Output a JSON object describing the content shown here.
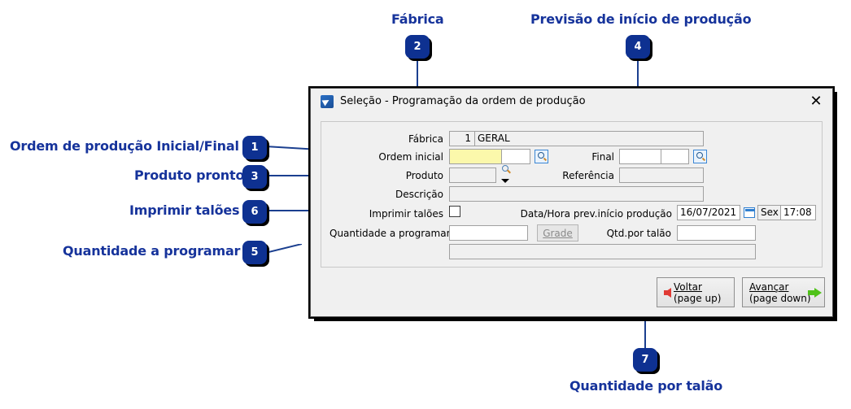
{
  "annotations": {
    "items": [
      {
        "num": "1",
        "label": "Ordem de produção Inicial/Final"
      },
      {
        "num": "2",
        "label": "Fábrica"
      },
      {
        "num": "3",
        "label": "Produto pronto"
      },
      {
        "num": "4",
        "label": "Previsão de início de produção"
      },
      {
        "num": "5",
        "label": "Quantidade a programar"
      },
      {
        "num": "6",
        "label": "Imprimir talões"
      },
      {
        "num": "7",
        "label": "Quantidade por talão"
      }
    ],
    "accent_color": "#16339b",
    "badge_color": "#0e3191",
    "leader_color": "#1b3f8f"
  },
  "dialog": {
    "title": "Seleção - Programação da ordem de produção",
    "title_icon": "app-chart-icon",
    "close_icon": "✕",
    "fields": {
      "fabrica": {
        "label": "Fábrica",
        "code": "1",
        "name": "GERAL"
      },
      "ordem_inicial": {
        "label": "Ordem inicial",
        "value1": "",
        "value2": "",
        "lookup_icon": "magnifier-icon"
      },
      "final": {
        "label": "Final",
        "value1": "",
        "value2": "",
        "lookup_icon": "magnifier-icon"
      },
      "produto": {
        "label": "Produto",
        "value": "",
        "lookup_icon": "magnifier-icon",
        "dropdown_icon": "chevron-down-icon"
      },
      "referencia": {
        "label": "Referência",
        "value": ""
      },
      "descricao": {
        "label": "Descrição",
        "value": ""
      },
      "imprimir_taloes": {
        "label": "Imprimir talões",
        "checked": false
      },
      "data_hora": {
        "label": "Data/Hora prev.início produção",
        "date": "16/07/2021",
        "calendar_icon": "calendar-icon",
        "weekday": "Sex",
        "time": "17:08"
      },
      "quantidade_programar": {
        "label": "Quantidade a programar",
        "value": ""
      },
      "grade_button": {
        "label": "Grade",
        "accesskey": "G"
      },
      "qtd_por_talao": {
        "label": "Qtd.por talão",
        "value": ""
      },
      "extra_row": {
        "value": ""
      }
    },
    "buttons": {
      "voltar": {
        "line1": "Voltar",
        "line1_accesskey": "V",
        "line2": "(page up)",
        "icon": "arrow-left-red-icon"
      },
      "avancar": {
        "line1": "Avançar",
        "line1_accesskey": "A",
        "line2": "(page down)",
        "icon": "arrow-right-green-icon"
      }
    }
  }
}
